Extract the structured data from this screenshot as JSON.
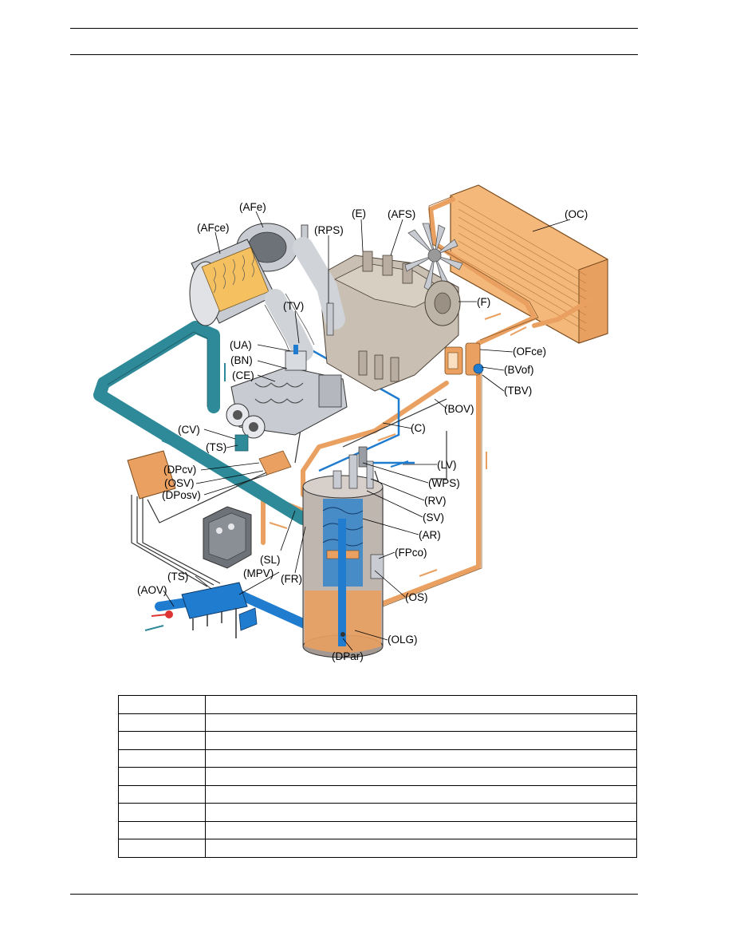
{
  "diagram": {
    "labels": {
      "AFe": "(AFe)",
      "AFce": "(AFce)",
      "RPS": "(RPS)",
      "E": "(E)",
      "AFS": "(AFS)",
      "OC": "(OC)",
      "F": "(F)",
      "TV": "(TV)",
      "UA": "(UA)",
      "BN": "(BN)",
      "CE": "(CE)",
      "OFce": "(OFce)",
      "BVof": "(BVof)",
      "TBV": "(TBV)",
      "BOV": "(BOV)",
      "C": "(C)",
      "CV": "(CV)",
      "TS_top": "(TS)",
      "LV": "(LV)",
      "DPcv": "(DPcv)",
      "OSV": "(OSV)",
      "WPS": "(WPS)",
      "DPosv": "(DPosv)",
      "RV": "(RV)",
      "SV": "(SV)",
      "AR": "(AR)",
      "SL": "(SL)",
      "FPco": "(FPco)",
      "TS_bottom": "(TS)",
      "MPV": "(MPV)",
      "FR": "(FR)",
      "AOV": "(AOV)",
      "OS": "(OS)",
      "OLG": "(OLG)",
      "DPar": "(DPar)"
    },
    "colors": {
      "water_pipe": "#2e8a98",
      "air_pipe": "#1f7ccf",
      "oil_pipe": "#e9a060",
      "cooler": "#f4b97a",
      "engine": "#c9bfb2",
      "metal": "#c8ccd2",
      "vessel": "#bfb6b0"
    }
  },
  "legend_rows": [
    {
      "code": "",
      "description": ""
    },
    {
      "code": "",
      "description": ""
    },
    {
      "code": "",
      "description": ""
    },
    {
      "code": "",
      "description": ""
    },
    {
      "code": "",
      "description": ""
    },
    {
      "code": "",
      "description": ""
    },
    {
      "code": "",
      "description": ""
    },
    {
      "code": "",
      "description": ""
    },
    {
      "code": "",
      "description": ""
    }
  ]
}
